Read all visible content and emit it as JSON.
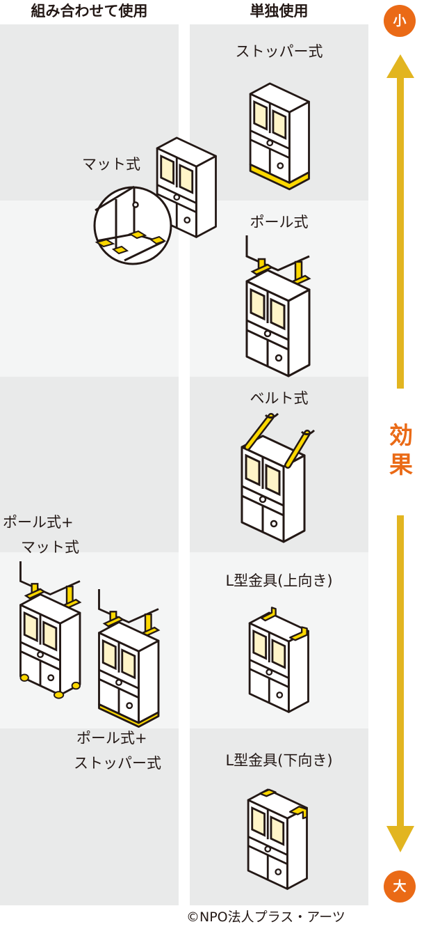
{
  "headers": {
    "combined": "組み合わせて使用",
    "single": "単独使用"
  },
  "axis": {
    "top_label": "小",
    "bottom_label": "大",
    "title_line1": "効",
    "title_line2": "果",
    "accent_color": "#ea6a16",
    "arrow_color": "#e2b520"
  },
  "single_methods": [
    {
      "label": "ストッパー式"
    },
    {
      "label": "ポール式"
    },
    {
      "label": "ベルト式"
    },
    {
      "label": "L型金具(上向き)"
    },
    {
      "label": "L型金具(下向き)"
    }
  ],
  "combined_methods": [
    {
      "label": "マット式"
    },
    {
      "label_line1": "ポール式+",
      "label_line2": "マット式"
    },
    {
      "label_line1": "ポール式+",
      "label_line2": "ストッパー式"
    }
  ],
  "colors": {
    "panel_dark": "#e9eaea",
    "panel_light": "#f4f5f5",
    "fixture_yellow": "#fcd800",
    "glass": "#fff4c8",
    "outline": "#231815"
  },
  "copyright": "©NPO法人プラス・アーツ"
}
